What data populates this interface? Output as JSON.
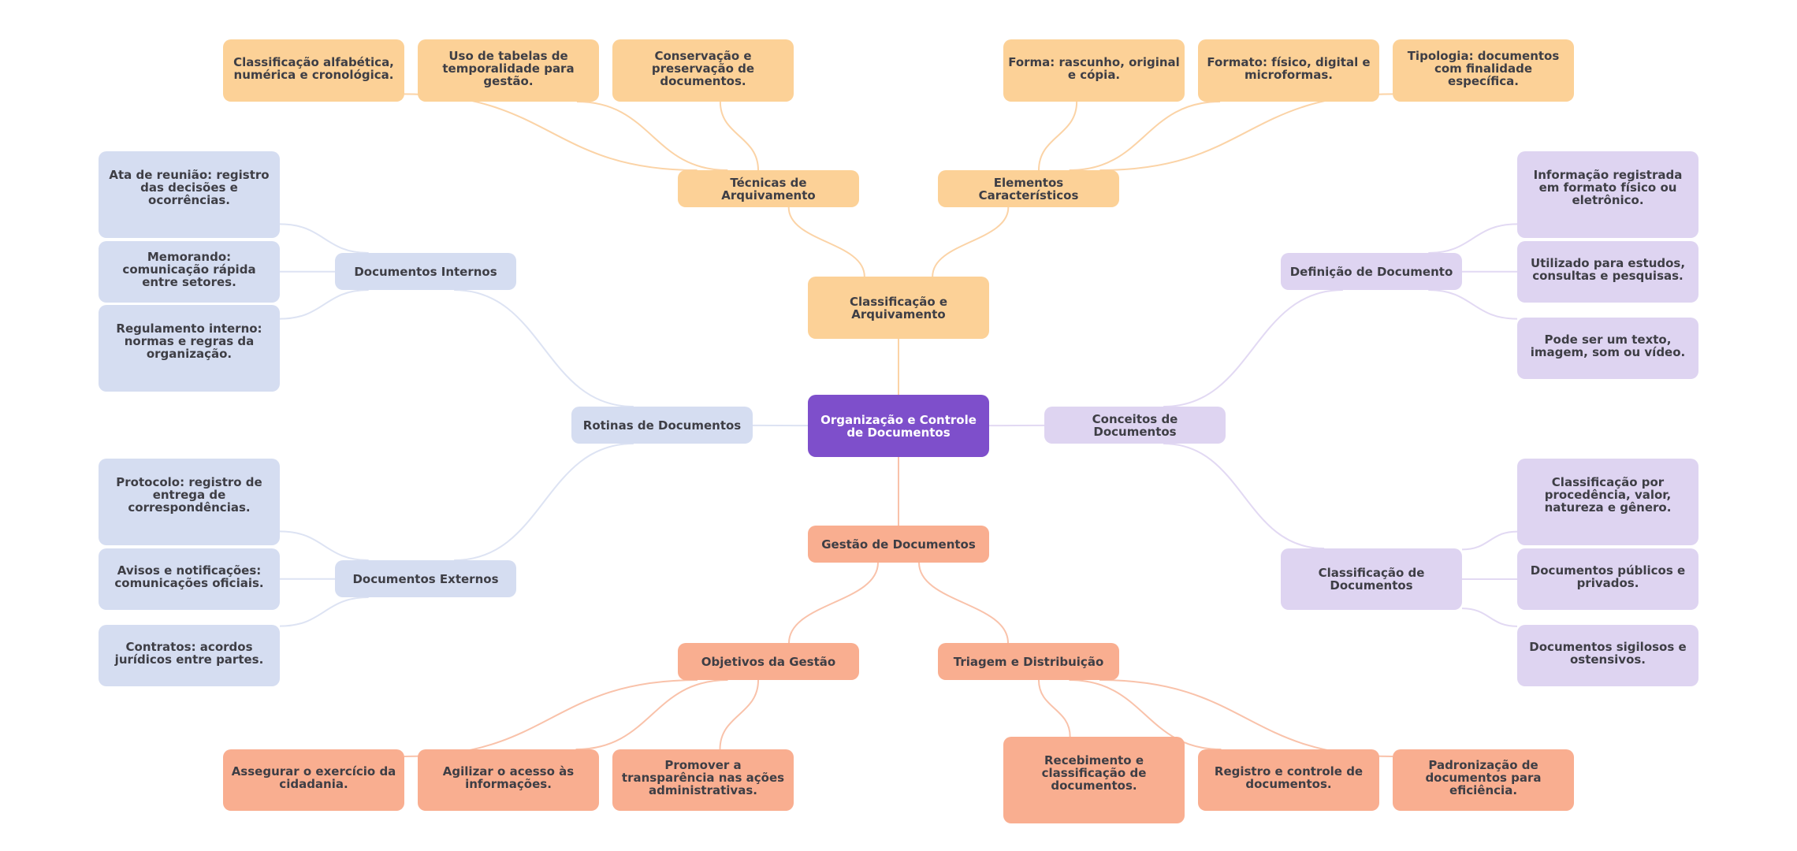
{
  "title": "Organização e Controle de Documentos",
  "colors": {
    "root": "#7e4fcb",
    "orange": "#fcd197",
    "blue": "#d5ddf1",
    "lilac": "#ded4f1",
    "salmon": "#f9ae90",
    "edge_orange": "#fbd3a6",
    "edge_blue": "#dde3f3",
    "edge_lilac": "#e2d9f3",
    "edge_salmon": "#f9c2aa",
    "text": "#3e3e45"
  },
  "nodes": {
    "root": "Organização e Controle de Documentos",
    "classificacao_arquivamento": "Classificação e Arquivamento",
    "tecnicas_arquivamento": "Técnicas de Arquivamento",
    "classificacao_alfabetica": "Classificação alfabética, numérica e cronológica.",
    "tabelas_temporalidade": "Uso de tabelas de temporalidade para gestão.",
    "conservacao": "Conservação e preservação de documentos.",
    "elementos_caracteristicos": "Elementos Característicos",
    "forma": "Forma: rascunho, original e cópia.",
    "formato": "Formato: físico, digital e microformas.",
    "tipologia": "Tipologia: documentos com finalidade específica.",
    "rotinas_documentos": "Rotinas de Documentos",
    "documentos_internos": "Documentos Internos",
    "ata": "Ata de reunião: registro das decisões e ocorrências.",
    "memorando": "Memorando: comunicação rápida entre setores.",
    "regulamento": "Regulamento interno: normas e regras da organização.",
    "documentos_externos": "Documentos Externos",
    "protocolo": "Protocolo: registro de entrega de correspondências.",
    "avisos": "Avisos e notificações: comunicações oficiais.",
    "contratos": "Contratos: acordos jurídicos entre partes.",
    "conceitos_documentos": "Conceitos de Documentos",
    "definicao_documento": "Definição de Documento",
    "informacao_registrada": "Informação registrada em formato físico ou eletrônico.",
    "utilizado_estudos": "Utilizado para estudos, consultas e pesquisas.",
    "pode_ser": "Pode ser um texto, imagem, som ou vídeo.",
    "classificacao_documentos": "Classificação de Documentos",
    "classificacao_procedencia": "Classificação por procedência, valor, natureza e gênero.",
    "publicos_privados": "Documentos públicos e privados.",
    "sigilosos_ostensivos": "Documentos sigilosos e ostensivos.",
    "gestao_documentos": "Gestão de Documentos",
    "objetivos_gestao": "Objetivos da Gestão",
    "assegurar_cidadania": "Assegurar o exercício da cidadania.",
    "agilizar_acesso": "Agilizar o acesso às informações.",
    "promover_transparencia": "Promover a transparência nas ações administrativas.",
    "triagem_distribuicao": "Triagem e Distribuição",
    "recebimento": "Recebimento e classificação de documentos.",
    "registro_controle": "Registro e controle de documentos.",
    "padronizacao": "Padronização de documentos para eficiência."
  },
  "edges": [
    [
      "root",
      "classificacao_arquivamento",
      "orange"
    ],
    [
      "classificacao_arquivamento",
      "tecnicas_arquivamento",
      "orange"
    ],
    [
      "classificacao_arquivamento",
      "elementos_caracteristicos",
      "orange"
    ],
    [
      "tecnicas_arquivamento",
      "classificacao_alfabetica",
      "orange"
    ],
    [
      "tecnicas_arquivamento",
      "tabelas_temporalidade",
      "orange"
    ],
    [
      "tecnicas_arquivamento",
      "conservacao",
      "orange"
    ],
    [
      "elementos_caracteristicos",
      "forma",
      "orange"
    ],
    [
      "elementos_caracteristicos",
      "formato",
      "orange"
    ],
    [
      "elementos_caracteristicos",
      "tipologia",
      "orange"
    ],
    [
      "root",
      "rotinas_documentos",
      "blue"
    ],
    [
      "rotinas_documentos",
      "documentos_internos",
      "blue"
    ],
    [
      "rotinas_documentos",
      "documentos_externos",
      "blue"
    ],
    [
      "documentos_internos",
      "ata",
      "blue"
    ],
    [
      "documentos_internos",
      "memorando",
      "blue"
    ],
    [
      "documentos_internos",
      "regulamento",
      "blue"
    ],
    [
      "documentos_externos",
      "protocolo",
      "blue"
    ],
    [
      "documentos_externos",
      "avisos",
      "blue"
    ],
    [
      "documentos_externos",
      "contratos",
      "blue"
    ],
    [
      "root",
      "conceitos_documentos",
      "lilac"
    ],
    [
      "conceitos_documentos",
      "definicao_documento",
      "lilac"
    ],
    [
      "conceitos_documentos",
      "classificacao_documentos",
      "lilac"
    ],
    [
      "definicao_documento",
      "informacao_registrada",
      "lilac"
    ],
    [
      "definicao_documento",
      "utilizado_estudos",
      "lilac"
    ],
    [
      "definicao_documento",
      "pode_ser",
      "lilac"
    ],
    [
      "classificacao_documentos",
      "classificacao_procedencia",
      "lilac"
    ],
    [
      "classificacao_documentos",
      "publicos_privados",
      "lilac"
    ],
    [
      "classificacao_documentos",
      "sigilosos_ostensivos",
      "lilac"
    ],
    [
      "root",
      "gestao_documentos",
      "salmon"
    ],
    [
      "gestao_documentos",
      "objetivos_gestao",
      "salmon"
    ],
    [
      "gestao_documentos",
      "triagem_distribuicao",
      "salmon"
    ],
    [
      "objetivos_gestao",
      "assegurar_cidadania",
      "salmon"
    ],
    [
      "objetivos_gestao",
      "agilizar_acesso",
      "salmon"
    ],
    [
      "objetivos_gestao",
      "promover_transparencia",
      "salmon"
    ],
    [
      "triagem_distribuicao",
      "recebimento",
      "salmon"
    ],
    [
      "triagem_distribuicao",
      "registro_controle",
      "salmon"
    ],
    [
      "triagem_distribuicao",
      "padronizacao",
      "salmon"
    ]
  ]
}
